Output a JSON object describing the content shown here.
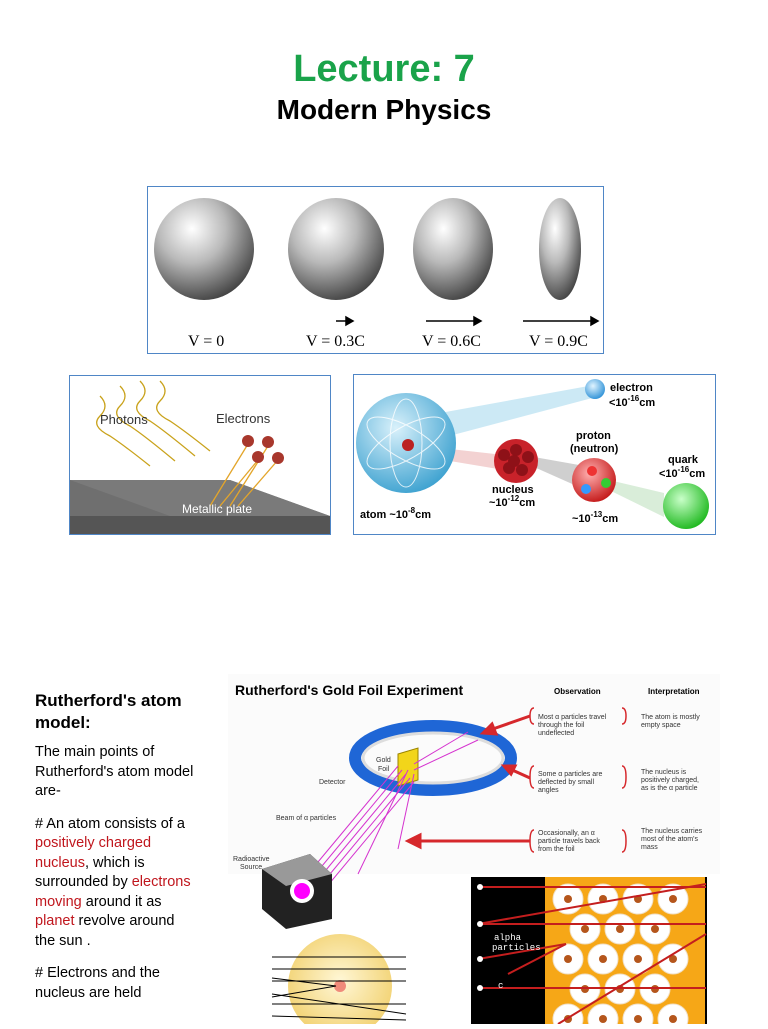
{
  "header": {
    "lecture": "Lecture: 7",
    "course": "Modern Physics"
  },
  "relativity_figure": {
    "labels": [
      "V = 0",
      "V = 0.3C",
      "V = 0.6C",
      "V = 0.9C"
    ]
  },
  "photoelectric_figure": {
    "photons": "Photons",
    "electrons": "Electrons",
    "plate": "Metallic plate"
  },
  "scale_figure": {
    "electron": "electron",
    "electron_size": "<10",
    "electron_exp": "-16",
    "proton": "proton",
    "neutron": "(neutron)",
    "quark": "quark",
    "quark_size": "<10",
    "quark_exp": "-16",
    "nucleus": "nucleus",
    "nucleus_size": "~10",
    "nucleus_exp": "-12",
    "atom": "atom ~10",
    "atom_exp": "-8",
    "proton_size": "~10",
    "proton_exp": "-13",
    "unit": "cm"
  },
  "gold_foil": {
    "title": "Rutherford's Gold Foil Experiment",
    "col_observation": "Observation",
    "col_interpretation": "Interpretation",
    "gold_foil_1": "Gold",
    "gold_foil_2": "Foil",
    "detector": "Detector",
    "beam": "Beam of α particles",
    "source_1": "Radioactive",
    "source_2": "Source",
    "obs1": [
      "Most α particles travel",
      "through the foil",
      "undeflected"
    ],
    "int1": [
      "The atom is mostly",
      "empty space"
    ],
    "obs2": [
      "Some α particles are",
      "deflected by small",
      "angles"
    ],
    "int2": [
      "The nucleus is",
      "positively charged,",
      "as is the α particle"
    ],
    "obs3": [
      "Occasionally, an α",
      "particle travels back",
      "from the foil"
    ],
    "int3": [
      "The nucleus carries",
      "most of the atom's",
      "mass"
    ]
  },
  "scatter_figure": {
    "label1": "alpha",
    "label2": "particles",
    "c": "c"
  },
  "text": {
    "heading": "Rutherford's atom model:",
    "intro": "The main points of Rutherford's atom model are-",
    "p1_a": "# An atom consists of a ",
    "p1_b": "positively charged nucleus",
    "p1_c": ", which is surrounded by ",
    "p1_d": "electrons moving",
    "p1_e": " around it as ",
    "p1_f": "planet",
    "p1_g": " revolve around the sun .",
    "p2": "# Electrons and the nucleus are held"
  }
}
